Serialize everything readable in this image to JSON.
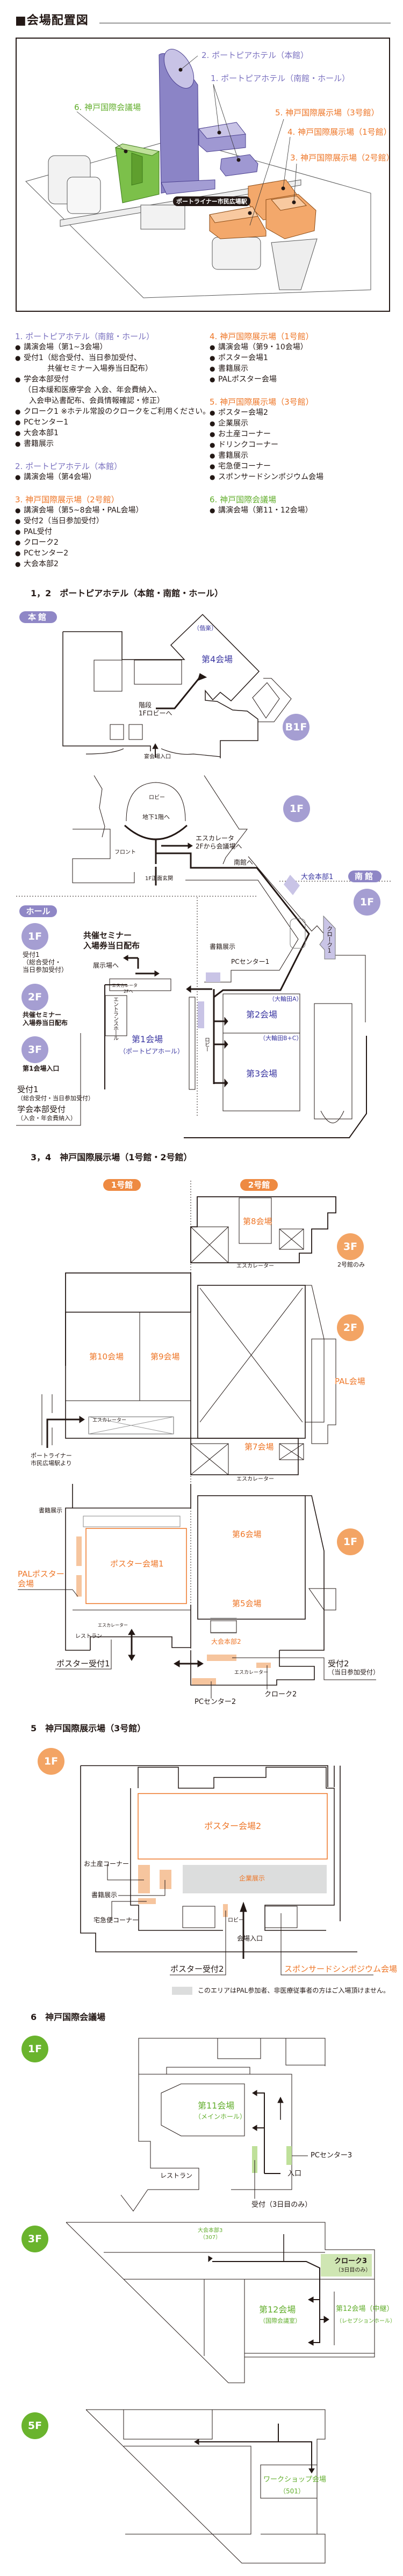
{
  "page_title": "■会場配置図",
  "overview": {
    "hotel_main": "2. ポートピアホテル（本館）",
    "hotel_south": "1. ポートピアホテル（南館・ホール）",
    "conference_center": "6. 神戸国際会議場",
    "hall3": "5. 神戸国際展示場（3号館）",
    "hall1": "4. 神戸国際展示場（1号館）",
    "hall2": "3. 神戸国際展示場（2号館）",
    "station": "ポートライナー市民広場駅"
  },
  "legend": [
    {
      "title": "1. ポートピアホテル（南館・ホール）",
      "color": "#7b72c0",
      "items": [
        {
          "text": "講演会場（第1~3会場）",
          "style": "bul"
        },
        {
          "text": "受付1（総合受付、当日参加受付、",
          "style": "bul"
        },
        {
          "text": "共催セミナー入場券当日配布）",
          "style": "ind2"
        },
        {
          "text": "学会本部受付",
          "style": "bul"
        },
        {
          "text": "（日本緩和医療学会 入会、年会費納入、",
          "style": "ind0"
        },
        {
          "text": "入会申込書配布、会員情報確認・修正）",
          "style": "ind"
        },
        {
          "text": "クローク1 ※ホテル常設のクロークをご利用ください。",
          "style": "bul"
        },
        {
          "text": "PCセンター1",
          "style": "bul"
        },
        {
          "text": "大会本部1",
          "style": "bul"
        },
        {
          "text": "書籍展示",
          "style": "bul"
        }
      ]
    },
    {
      "title": "2. ポートピアホテル（本館）",
      "color": "#7b72c0",
      "items": [
        {
          "text": "講演会場（第4会場）",
          "style": "bul"
        }
      ]
    },
    {
      "title": "3. 神戸国際展示場（2号館）",
      "color": "#ee7627",
      "items": [
        {
          "text": "講演会場（第5~8会場・PAL会場）",
          "style": "bul"
        },
        {
          "text": "受付2（当日参加受付）",
          "style": "bul"
        },
        {
          "text": "PAL受付",
          "style": "bul"
        },
        {
          "text": "クローク2",
          "style": "bul"
        },
        {
          "text": "PCセンター2",
          "style": "bul"
        },
        {
          "text": "大会本部2",
          "style": "bul"
        }
      ]
    },
    {
      "title": "4. 神戸国際展示場（1号館）",
      "color": "#ee7627",
      "items": [
        {
          "text": "講演会場（第9・10会場）",
          "style": "bul"
        },
        {
          "text": "ポスター会場1",
          "style": "bul"
        },
        {
          "text": "書籍展示",
          "style": "bul"
        },
        {
          "text": "PALポスター会場",
          "style": "bul"
        }
      ]
    },
    {
      "title": "5. 神戸国際展示場（3号館）",
      "color": "#ee7627",
      "items": [
        {
          "text": "ポスター会場2",
          "style": "bul"
        },
        {
          "text": "企業展示",
          "style": "bul"
        },
        {
          "text": "お土産コーナー",
          "style": "bul"
        },
        {
          "text": "ドリンクコーナー",
          "style": "bul"
        },
        {
          "text": "書籍展示",
          "style": "bul"
        },
        {
          "text": "宅急便コーナー",
          "style": "bul"
        },
        {
          "text": "スポンサードシンポジウム会場",
          "style": "bul"
        }
      ]
    },
    {
      "title": "6. 神戸国際会議場",
      "color": "#62ae2c",
      "items": [
        {
          "text": "講演会場（第11・12会場）",
          "style": "bul"
        }
      ]
    }
  ],
  "sec12": {
    "title": "1，2　ポートピアホテル（本館・南館・ホール）",
    "main_badge": "本館",
    "b1f": "B1F",
    "kairaku": "（偕楽）",
    "room4": "第4会場",
    "stairs": "階段",
    "to_lobby": "1Fロビーへ",
    "banquet_entrance": "宴会場入口",
    "f1": "1F",
    "lobby": "ロビー",
    "to_b1": "地下1階へ",
    "escalator": "エスカレータ",
    "escalator_sub": "2Fから会議場へ",
    "front": "フロント",
    "main_entrance": "1F正面玄関",
    "to_south": "南館へ",
    "hq1": "大会本部1",
    "south_badge": "南館",
    "south_1f": "1F",
    "hall_badge": "ホール",
    "hall_1f": "1F",
    "hall_1f_note": [
      "受付1",
      "（総合受付・",
      "当日参加受付）"
    ],
    "seminar": [
      "共催セミナー",
      "入場券当日配布"
    ],
    "to_exhibition": "展示場へ",
    "books": "書籍展示",
    "pc1": "PCセンター1",
    "cloak1": "クローク1",
    "hall_2f": "2F",
    "hall_2f_note": [
      "共催セミナー",
      "入場券当日配布"
    ],
    "hall_3f": "3F",
    "hall_3f_note": "第1会場入口",
    "reception1": "受付1",
    "reception1_sub": "（総合受付・当日参加受付）",
    "society_desk": "学会本部受付",
    "society_desk_sub": "（入会・年会費納入）",
    "esc_2f": "エスカレータ",
    "esc_2f_sub": "2Fへ",
    "entrance_hall": "エントランスホール",
    "room1": "第1会場",
    "room1_sub": "（ポートピアホール）",
    "lobby2": "ロビー",
    "room2": "第2会場",
    "room2_sub": "（大輪田A）",
    "room3": "第3会場",
    "room3_sub": "（大輪田B+C）"
  },
  "sec34": {
    "title": "3，4　神戸国際展示場（1号館・2号館）",
    "hall1_badge": "1号館",
    "hall2_badge": "2号館",
    "room8": "第8会場",
    "escalator": "エスカレーター",
    "f3": "3F",
    "f3_note": "2号館のみ",
    "room10": "第10会場",
    "room9": "第9会場",
    "f2": "2F",
    "pal_room": "PAL会場",
    "portliner": [
      "ポートライナー",
      "市民広場駅より"
    ],
    "room7": "第7会場",
    "books": "書籍展示",
    "room6": "第6会場",
    "f1": "1F",
    "poster1": "ポスター会場1",
    "pal_poster": [
      "PALポスター",
      "会場"
    ],
    "room5": "第5会場",
    "hq2": "大会本部2",
    "restaurant": "レストラン",
    "poster_desk1": "ポスター受付1",
    "reception2": "受付2",
    "reception2_sub": "（当日参加受付）",
    "cloak2": "クローク2",
    "pc2": "PCセンター2"
  },
  "sec5": {
    "title": "5　神戸国際展示場（3号館）",
    "f1": "1F",
    "poster2": "ポスター会場2",
    "exhibits": "企業展示",
    "souvenir": "お土産コーナー",
    "books": "書籍展示",
    "delivery": "宅急便コーナー",
    "lobby": "ロビー",
    "entrance": "会場入口",
    "poster_desk2": "ポスター受付2",
    "sponsored": "スポンサードシンポジウム会場",
    "restricted_note": "このエリアはPAL参加者、非医療従事者の方はご入場頂けません。"
  },
  "sec6": {
    "title": "6　神戸国際会議場",
    "f1": "1F",
    "room11": "第11会場",
    "room11_sub": "（メインホール）",
    "pc3": "PCセンター3",
    "entrance": "入口",
    "restaurant": "レストラン",
    "reception_day3": "受付（3日目のみ）",
    "f3": "3F",
    "hq3": "大会本部3",
    "hq3_sub": "（307）",
    "cloak3": "クローク3",
    "cloak3_sub": "（3日目のみ）",
    "room12": "第12会場",
    "room12_sub": "（国際会議室）",
    "room12b": "第12会場（中継）",
    "room12b_sub": "（レセプションホール）",
    "f5": "5F",
    "workshop": "ワークショップ会場",
    "workshop_sub": "（501）"
  },
  "colors": {
    "purple": "#8f87c6",
    "orange": "#ee7627",
    "green": "#6ab42d",
    "restricted_gray": "#dcdddd"
  }
}
